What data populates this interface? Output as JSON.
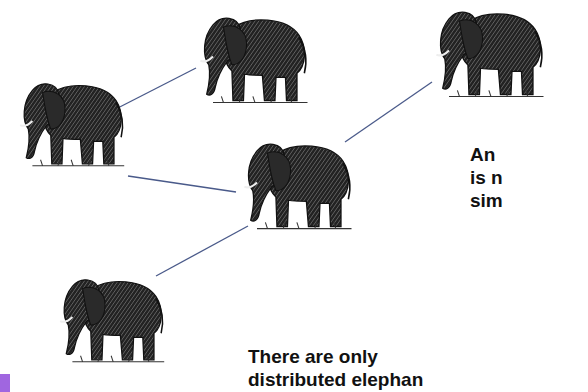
{
  "diagram": {
    "labels": [
      "An",
      "is n",
      "sim",
      "There are only",
      "distributed elephan"
    ]
  }
}
